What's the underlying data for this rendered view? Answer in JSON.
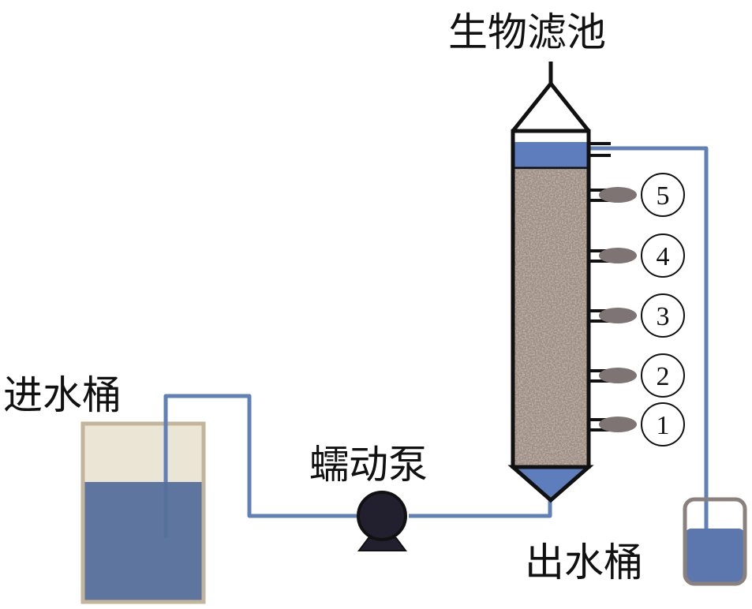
{
  "title": "生物滤池",
  "labels": {
    "biofilter": "生物滤池",
    "inlet_bucket": "进水桶",
    "pump": "蠕动泵",
    "outlet_bucket": "出水桶"
  },
  "sampling_ports": [
    {
      "id": 5,
      "label": "5"
    },
    {
      "id": 4,
      "label": "4"
    },
    {
      "id": 3,
      "label": "3"
    },
    {
      "id": 2,
      "label": "2"
    },
    {
      "id": 1,
      "label": "1"
    }
  ],
  "colors": {
    "water": "#5b77ad",
    "pipe": "#6080b8",
    "media": "#9a8a7e",
    "outline": "#111111",
    "inlet_bucket_rim": "#c3b59a",
    "inlet_bucket_air": "#ebe5d6",
    "outlet_bucket_rim": "#8a807d",
    "pump": "#22202e",
    "port_cap": "#7d7473"
  },
  "inlet_bucket_fill_fraction": 0.69,
  "outlet_bucket_fill_fraction": 0.6
}
